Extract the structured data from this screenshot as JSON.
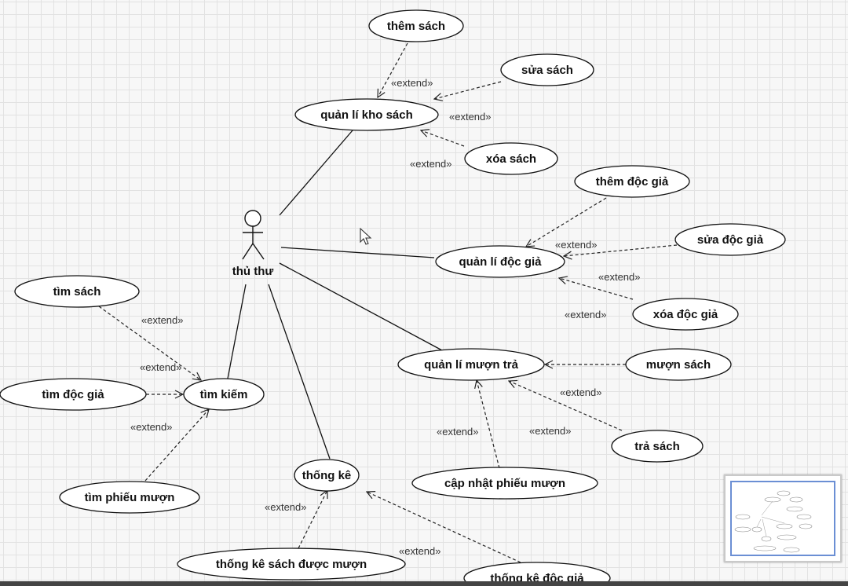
{
  "diagram": {
    "actor": {
      "label": "thủ thư"
    },
    "extend_label": "«extend»",
    "use_cases": [
      {
        "id": "them-sach",
        "label": "thêm sách"
      },
      {
        "id": "sua-sach",
        "label": "sửa sách"
      },
      {
        "id": "quan-li-kho-sach",
        "label": "quản lí kho sách"
      },
      {
        "id": "xoa-sach",
        "label": "xóa sách"
      },
      {
        "id": "them-doc-gia",
        "label": "thêm độc giả"
      },
      {
        "id": "sua-doc-gia",
        "label": "sửa độc giả"
      },
      {
        "id": "quan-li-doc-gia",
        "label": "quản lí độc giả"
      },
      {
        "id": "xoa-doc-gia",
        "label": "xóa độc giả"
      },
      {
        "id": "tim-sach",
        "label": "tìm sách"
      },
      {
        "id": "tim-doc-gia",
        "label": "tìm độc giả"
      },
      {
        "id": "tim-kiem",
        "label": "tìm kiếm"
      },
      {
        "id": "tim-phieu-muon",
        "label": "tìm phiếu mượn"
      },
      {
        "id": "quan-li-muon-tra",
        "label": "quản lí mượn trả"
      },
      {
        "id": "muon-sach",
        "label": "mượn sách"
      },
      {
        "id": "tra-sach",
        "label": "trả sách"
      },
      {
        "id": "cap-nhat-phieu-muon",
        "label": "cập nhật phiếu mượn"
      },
      {
        "id": "thong-ke",
        "label": "thống kê"
      },
      {
        "id": "thong-ke-sach-duoc-muon",
        "label": "thống kê sách được mượn"
      },
      {
        "id": "thong-ke-doc-gia",
        "label": "thống kê độc giả"
      }
    ],
    "associations": [
      {
        "from": "actor",
        "to": "quan-li-kho-sach"
      },
      {
        "from": "actor",
        "to": "quan-li-doc-gia"
      },
      {
        "from": "actor",
        "to": "quan-li-muon-tra"
      },
      {
        "from": "actor",
        "to": "tim-kiem"
      },
      {
        "from": "actor",
        "to": "thong-ke"
      }
    ],
    "extends": [
      {
        "from": "them-sach",
        "to": "quan-li-kho-sach"
      },
      {
        "from": "sua-sach",
        "to": "quan-li-kho-sach"
      },
      {
        "from": "xoa-sach",
        "to": "quan-li-kho-sach"
      },
      {
        "from": "them-doc-gia",
        "to": "quan-li-doc-gia"
      },
      {
        "from": "sua-doc-gia",
        "to": "quan-li-doc-gia"
      },
      {
        "from": "xoa-doc-gia",
        "to": "quan-li-doc-gia"
      },
      {
        "from": "tim-sach",
        "to": "tim-kiem"
      },
      {
        "from": "tim-doc-gia",
        "to": "tim-kiem"
      },
      {
        "from": "tim-phieu-muon",
        "to": "tim-kiem"
      },
      {
        "from": "muon-sach",
        "to": "quan-li-muon-tra"
      },
      {
        "from": "tra-sach",
        "to": "quan-li-muon-tra"
      },
      {
        "from": "cap-nhat-phieu-muon",
        "to": "quan-li-muon-tra"
      },
      {
        "from": "thong-ke-sach-duoc-muon",
        "to": "thong-ke"
      },
      {
        "from": "thong-ke-doc-gia",
        "to": "thong-ke"
      }
    ]
  }
}
